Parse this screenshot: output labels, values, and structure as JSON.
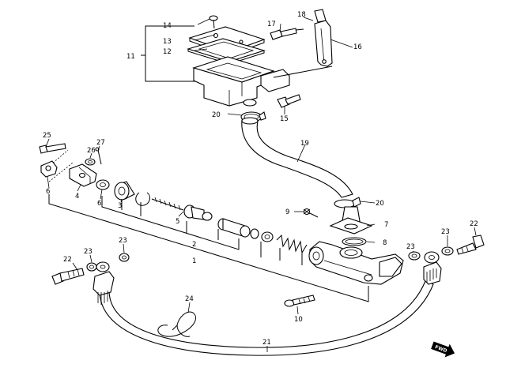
{
  "diagram": {
    "callouts": {
      "c1": "1",
      "c2": "2",
      "c3": "3",
      "c4": "4",
      "c5": "5",
      "c6a": "6",
      "c6b": "6",
      "c7": "7",
      "c8": "8",
      "c9": "9",
      "c10": "10",
      "c11": "11",
      "c12": "12",
      "c13": "13",
      "c14": "14",
      "c15": "15",
      "c16": "16",
      "c17": "17",
      "c18": "18",
      "c19": "19",
      "c20a": "20",
      "c20b": "20",
      "c21": "21",
      "c22a": "22",
      "c22b": "22",
      "c23a": "23",
      "c23b": "23",
      "c23c": "23",
      "c23d": "23",
      "c24": "24",
      "c25": "25",
      "c26": "26",
      "c27": "27"
    },
    "fwd_label": "FWD"
  }
}
